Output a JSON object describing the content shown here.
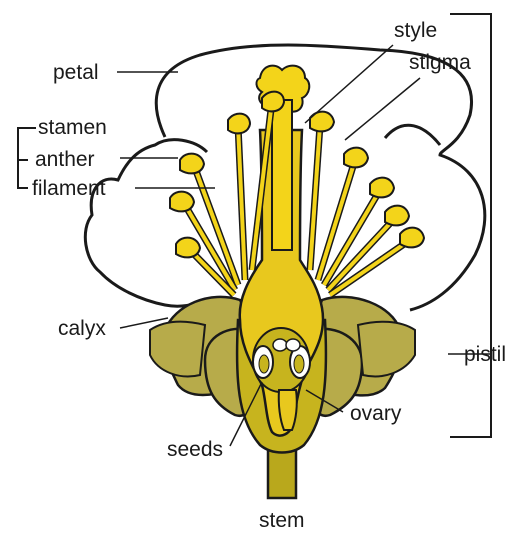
{
  "labels": {
    "style": "style",
    "stigma": "stigma",
    "petal": "petal",
    "stamen": "stamen",
    "anther": "anther",
    "filament": "filament",
    "calyx": "calyx",
    "pistil": "pistil",
    "ovary": "ovary",
    "seeds": "seeds",
    "stem": "stem"
  },
  "colors": {
    "outline": "#1a1a1a",
    "anther_yellow": "#f3d41a",
    "pistil_yellow": "#e8c81e",
    "ovary_olive": "#c7b41e",
    "calyx_olive": "#b7ab4a",
    "stem_olive": "#b9a81c",
    "seed_white": "#ffffff"
  }
}
